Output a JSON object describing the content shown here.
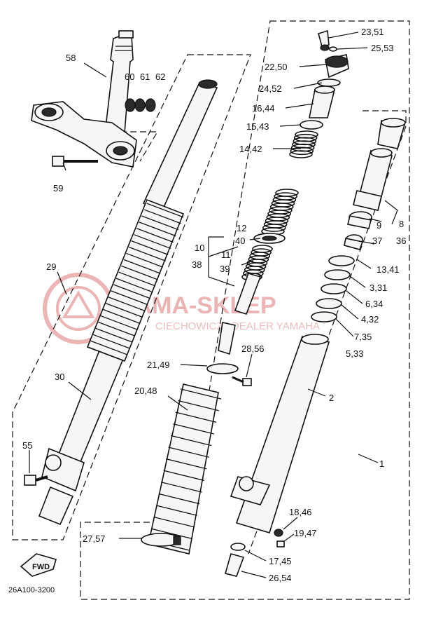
{
  "diagram": {
    "part_code": "26A100-3200",
    "fwd_label": "FWD",
    "watermark": {
      "brand": "RAMA-SKLEP",
      "sub": "CIECHOWICZ | DEALER YAMAHA"
    },
    "callouts": [
      {
        "id": "c-23-51",
        "text": "23,51"
      },
      {
        "id": "c-25-53",
        "text": "25,53"
      },
      {
        "id": "c-22-50",
        "text": "22,50"
      },
      {
        "id": "c-24-52",
        "text": "24,52"
      },
      {
        "id": "c-16-44",
        "text": "16,44"
      },
      {
        "id": "c-15-43",
        "text": "15,43"
      },
      {
        "id": "c-14-42",
        "text": "14,42"
      },
      {
        "id": "c-12",
        "text": "12"
      },
      {
        "id": "c-40",
        "text": "40"
      },
      {
        "id": "c-10",
        "text": "10"
      },
      {
        "id": "c-38",
        "text": "38"
      },
      {
        "id": "c-11",
        "text": "11"
      },
      {
        "id": "c-39",
        "text": "39"
      },
      {
        "id": "c-58",
        "text": "58"
      },
      {
        "id": "c-60",
        "text": "60"
      },
      {
        "id": "c-61",
        "text": "61"
      },
      {
        "id": "c-62",
        "text": "62"
      },
      {
        "id": "c-59",
        "text": "59"
      },
      {
        "id": "c-29",
        "text": "29"
      },
      {
        "id": "c-30",
        "text": "30"
      },
      {
        "id": "c-55",
        "text": "55"
      },
      {
        "id": "c-9",
        "text": "9"
      },
      {
        "id": "c-8",
        "text": "8"
      },
      {
        "id": "c-37",
        "text": "37"
      },
      {
        "id": "c-36",
        "text": "36"
      },
      {
        "id": "c-13-41",
        "text": "13,41"
      },
      {
        "id": "c-3-31",
        "text": "3,31"
      },
      {
        "id": "c-6-34",
        "text": "6,34"
      },
      {
        "id": "c-4-32",
        "text": "4,32"
      },
      {
        "id": "c-7-35",
        "text": "7,35"
      },
      {
        "id": "c-5-33",
        "text": "5,33"
      },
      {
        "id": "c-28-56",
        "text": "28,56"
      },
      {
        "id": "c-21-49",
        "text": "21,49"
      },
      {
        "id": "c-20-48",
        "text": "20,48"
      },
      {
        "id": "c-2",
        "text": "2"
      },
      {
        "id": "c-1",
        "text": "1"
      },
      {
        "id": "c-18-46",
        "text": "18,46"
      },
      {
        "id": "c-19-47",
        "text": "19,47"
      },
      {
        "id": "c-27-57",
        "text": "27,57"
      },
      {
        "id": "c-17-45",
        "text": "17,45"
      },
      {
        "id": "c-26-54",
        "text": "26,54"
      }
    ]
  }
}
